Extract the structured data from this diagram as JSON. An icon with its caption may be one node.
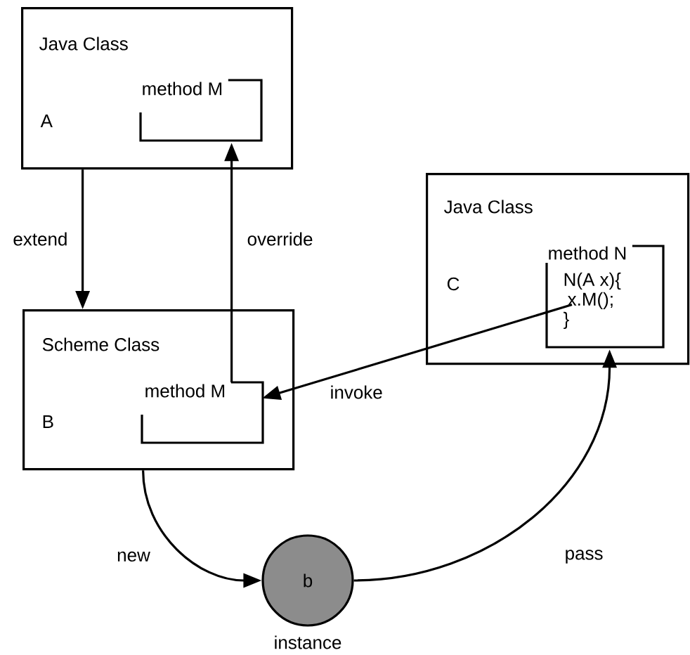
{
  "diagram": {
    "nodes": [
      {
        "text": [
          "Java Class",
          "A"
        ]
      },
      {
        "text": [
          "method M"
        ],
        "in": 0
      },
      {
        "text": [
          "Scheme Class",
          "B"
        ]
      },
      {
        "text": [
          "method M"
        ],
        "in": 2
      },
      {
        "text": [
          "Java Class",
          "C"
        ]
      },
      {
        "text": [
          "method N",
          "N(A x){",
          "x.M();",
          "}"
        ],
        "in": 4
      },
      {
        "text": [
          "b"
        ],
        "beside": [
          "instance"
        ]
      }
    ],
    "edges": [
      {
        "from": 0,
        "to": 2,
        "arrow": "to",
        "label": "extend"
      },
      {
        "from": 3,
        "to": 1,
        "arrow": "to",
        "label": "override"
      },
      {
        "from": 5,
        "to": 3,
        "arrow": "to",
        "label": "invoke"
      },
      {
        "from": 2,
        "to": 6,
        "arrow": "to",
        "label": "new"
      },
      {
        "from": 6,
        "to": 5,
        "arrow": "to",
        "label": "pass"
      }
    ]
  }
}
